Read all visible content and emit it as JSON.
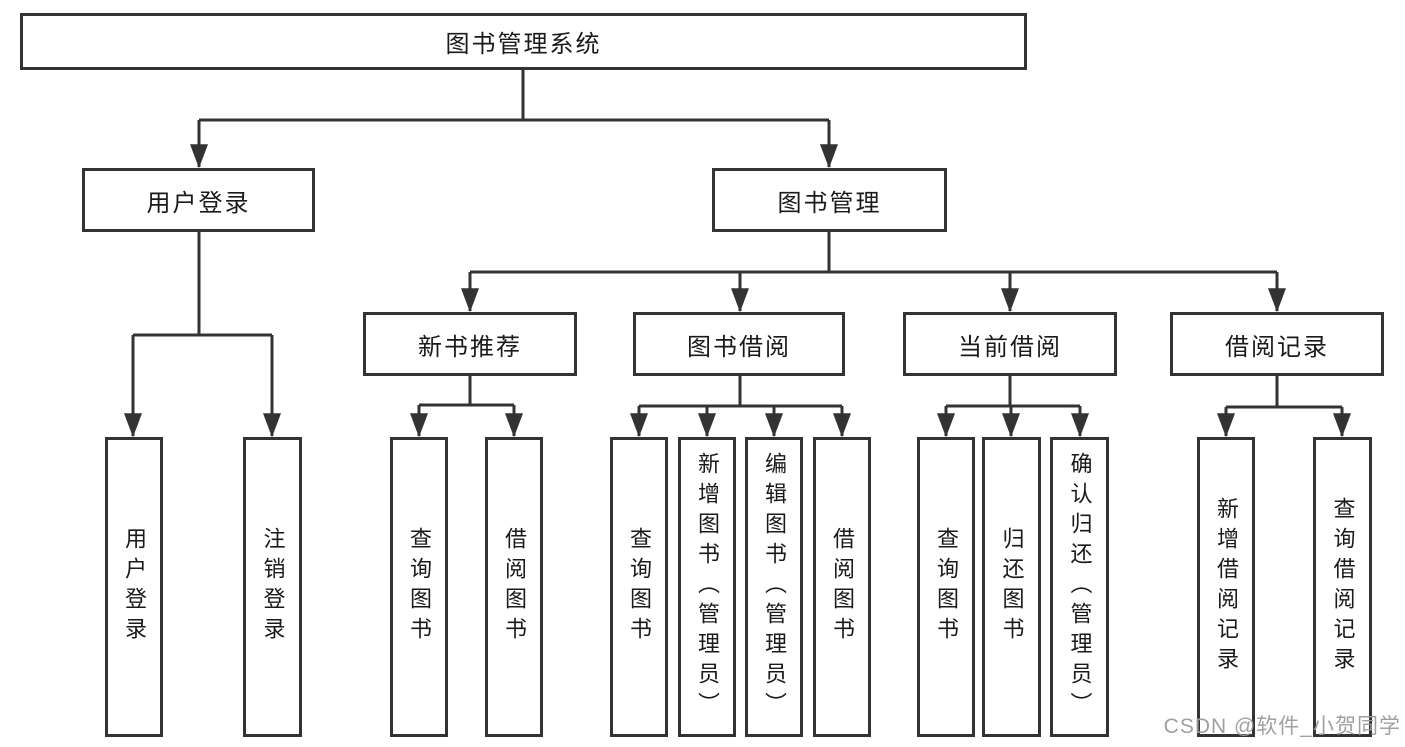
{
  "diagram": {
    "root": {
      "label": "图书管理系统"
    },
    "level2": [
      {
        "label": "用户登录"
      },
      {
        "label": "图书管理"
      }
    ],
    "level3": [
      {
        "label": "新书推荐"
      },
      {
        "label": "图书借阅"
      },
      {
        "label": "当前借阅"
      },
      {
        "label": "借阅记录"
      }
    ],
    "leaves": [
      {
        "label": "用户登录"
      },
      {
        "label": "注销登录"
      },
      {
        "label": "查询图书"
      },
      {
        "label": "借阅图书"
      },
      {
        "label": "查询图书"
      },
      {
        "label": "新增图书（管理员）"
      },
      {
        "label": "编辑图书（管理员）"
      },
      {
        "label": "借阅图书"
      },
      {
        "label": "查询图书"
      },
      {
        "label": "归还图书"
      },
      {
        "label": "确认归还（管理员）"
      },
      {
        "label": "新增借阅记录"
      },
      {
        "label": "查询借阅记录"
      }
    ]
  },
  "colors": {
    "line": "#333333",
    "box_border": "#333333",
    "box_fill": "#ffffff",
    "text": "#1a1a1a",
    "watermark": "#9b9b9b"
  },
  "watermark": {
    "text": "CSDN @软件_小贺同学"
  }
}
